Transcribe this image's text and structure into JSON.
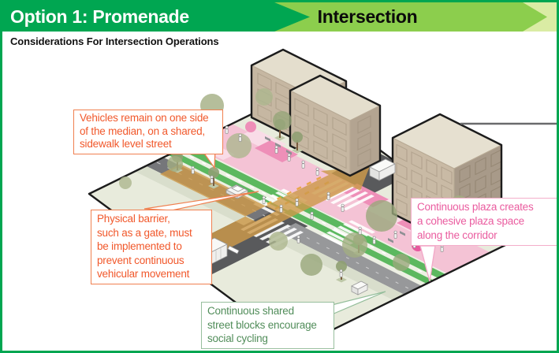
{
  "slide": {
    "border_color": "#00A651"
  },
  "header": {
    "option_label": "Option 1: Promenade",
    "section_label": "Intersection",
    "bar_color": "#00A651",
    "banner_color": "#8CCE4D",
    "banner_tip_color": "#DAECA4"
  },
  "subheader": {
    "text": "Considerations For Intersection Operations"
  },
  "callouts": {
    "vehicles": {
      "color": "#F1582B",
      "lines": [
        "Vehicles remain on one side",
        "of the median, on a shared,",
        "sidewalk level street"
      ]
    },
    "barrier": {
      "color": "#F1582B",
      "lines": [
        "Physical barrier,",
        "such as a gate, must",
        "be implemented to",
        "prevent continuous",
        "vehicular movement"
      ]
    },
    "plaza": {
      "color": "#EA5C9F",
      "lines": [
        "Continuous plaza creates",
        "a cohesive plaza space",
        "along the corridor"
      ]
    },
    "cycling": {
      "color": "#518D5A",
      "lines": [
        "Continuous shared",
        "street blocks encourage",
        "social cycling"
      ]
    }
  },
  "scene_colors": {
    "ground": "#E8EBDC",
    "road_gray": "#595A5C",
    "plaza_pink": "#F4C3D5",
    "plaza_pink_dark": "#E7599E",
    "bike_lane_green": "#5CB85F",
    "vehicle_path_tan": "#CD9A4A",
    "building_tan": "#C6B7A2",
    "outline_black": "#1C1C1C"
  }
}
